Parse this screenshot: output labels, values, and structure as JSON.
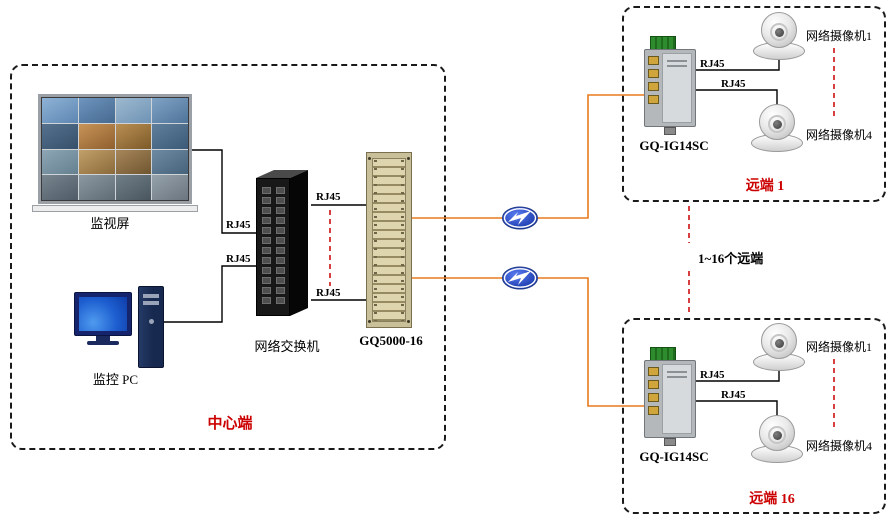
{
  "colors": {
    "accent_red": "#cc0000",
    "wire_black": "#000000",
    "fiber_orange": "#e87a1e",
    "dash_red": "#cc0000",
    "link_blue": "#2748c8"
  },
  "labels": {
    "rj45": "RJ45"
  },
  "center": {
    "title": "中心端",
    "monitor": "监视屏",
    "pc": "监控 PC",
    "switch": "网络交换机",
    "chassis": "GQ5000-16"
  },
  "remotes": {
    "range_note": "1~16个远端",
    "r1": {
      "title": "远端 1",
      "device": "GQ-IG14SC",
      "camera_top": "网络摄像机1",
      "camera_bottom": "网络摄像机4"
    },
    "r16": {
      "title": "远端 16",
      "device": "GQ-IG14SC",
      "camera_top": "网络摄像机1",
      "camera_bottom": "网络摄像机4"
    }
  }
}
